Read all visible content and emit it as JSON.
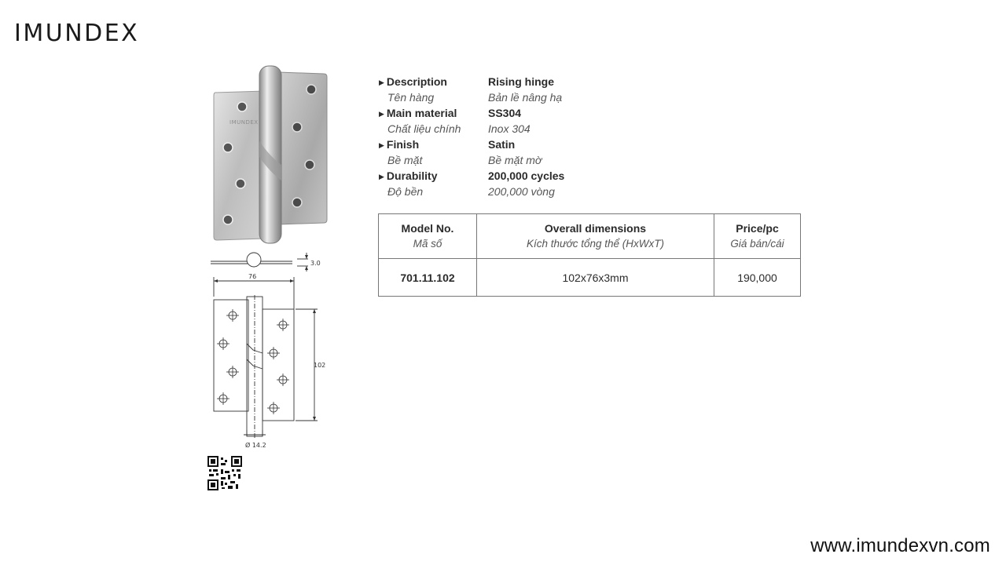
{
  "brand": {
    "logo_text": "IMUNDEX",
    "website": "www.imundexvn.com"
  },
  "product_image": {
    "stamp_text": "IMUNDEX"
  },
  "specs": [
    {
      "key_en": "Description",
      "value_en": "Rising hinge",
      "key_vi": "Tên hàng",
      "value_vi": "Bản lề nâng hạ"
    },
    {
      "key_en": "Main material",
      "value_en": "SS304",
      "key_vi": "Chất liệu chính",
      "value_vi": "Inox 304"
    },
    {
      "key_en": "Finish",
      "value_en": "Satin",
      "key_vi": "Bề mặt",
      "value_vi": "Bề mặt mờ"
    },
    {
      "key_en": "Durability",
      "value_en": "200,000 cycles",
      "key_vi": "Độ bền",
      "value_vi": "200,000 vòng"
    }
  ],
  "price_table": {
    "headers": [
      {
        "en": "Model No.",
        "vi": "Mã số"
      },
      {
        "en": "Overall dimensions",
        "vi": "Kích thước tổng thể (HxWxT)"
      },
      {
        "en": "Price/pc",
        "vi": "Giá bán/cái"
      }
    ],
    "rows": [
      {
        "model": "701.11.102",
        "dimensions": "102x76x3mm",
        "price": "190,000"
      }
    ]
  },
  "drawing": {
    "thickness_label": "3.0",
    "width_label": "76",
    "height_label": "102",
    "diameter_label": "Ø 14.2"
  },
  "colors": {
    "text": "#2b2b2b",
    "subtext": "#555555",
    "border": "#777777",
    "steel": "#c9c9c9"
  }
}
